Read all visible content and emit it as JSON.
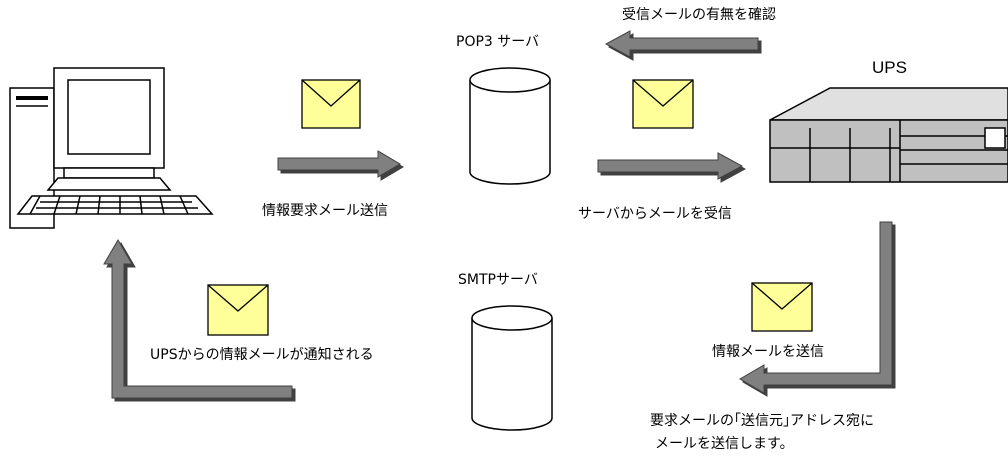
{
  "labels": {
    "confirm_incoming": "受信メールの有無を確認",
    "pop3_server": "POP3 サーバ",
    "ups": "UPS",
    "send_request": "情報要求メール送信",
    "receive_from_server": "サーバからメールを受信",
    "smtp_server": "SMTPサーバ",
    "info_notified": "UPSからの情報メールが通知される",
    "send_info": "情報メールを送信",
    "reply_note_line1": "要求メールの｢送信元｣アドレス宛に",
    "reply_note_line2": "メールを送信します。"
  },
  "colors": {
    "arrow_fill": "#808080",
    "arrow_shadow": "#404040",
    "envelope_fill": "#ffff99",
    "device_fill": "#ffffff",
    "cylinder_fill": "#ffffff",
    "ups_fill": "#c0c0c0",
    "stroke": "#000000"
  },
  "icons": {
    "computer": "desktop-computer-icon",
    "pop3": "database-cylinder-icon",
    "smtp": "database-cylinder-icon",
    "ups": "ups-rack-icon",
    "mail": "envelope-icon"
  }
}
